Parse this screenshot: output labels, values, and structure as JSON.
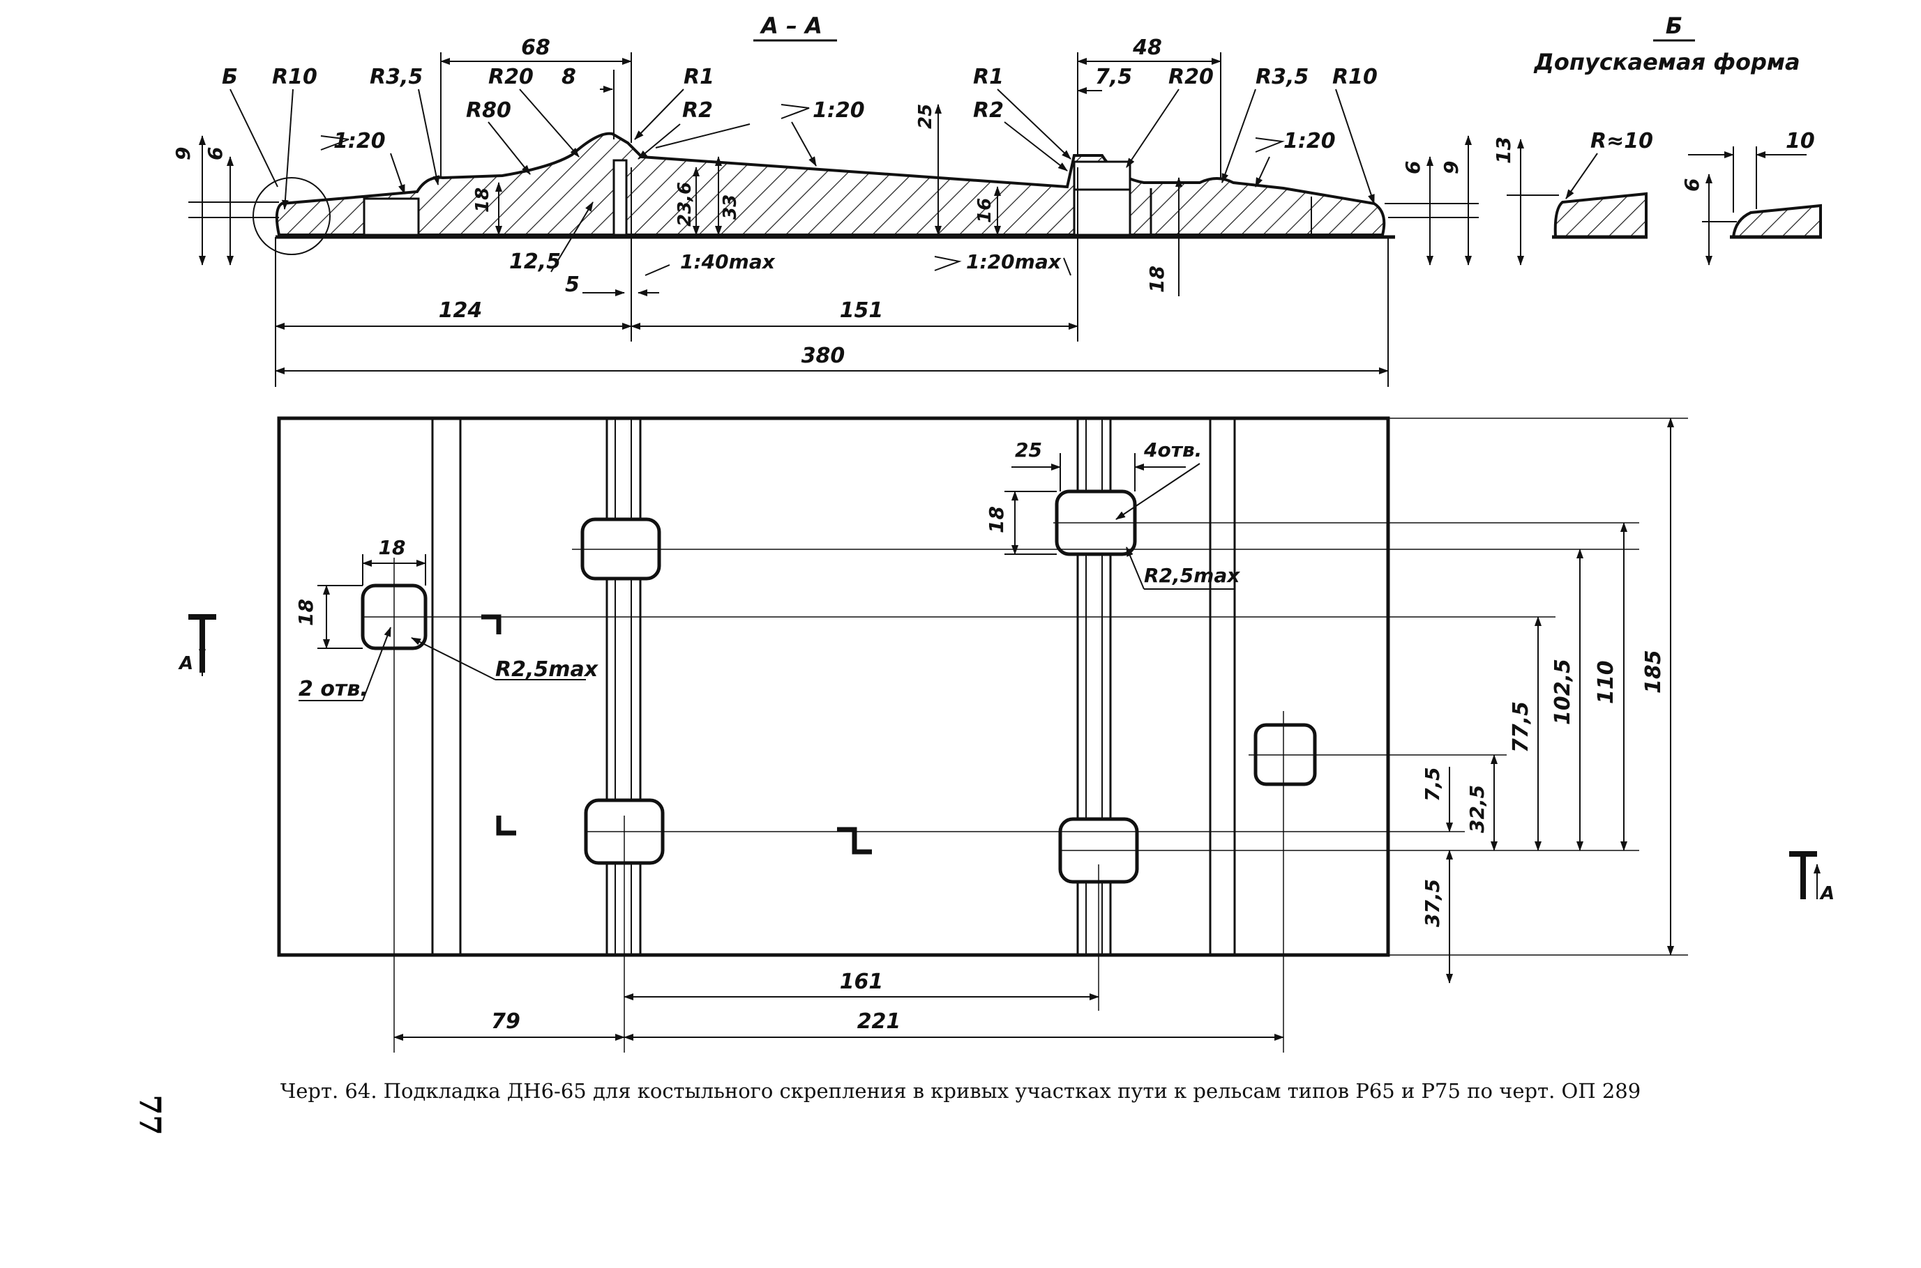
{
  "section_aa": {
    "title": "А – А",
    "dims": {
      "d68": "68",
      "d48": "48",
      "d124": "124",
      "d151": "151",
      "d380": "380",
      "r10_left": "R10",
      "r35_left": "R3,5",
      "r20_left": "R20",
      "r80": "R80",
      "d8": "8",
      "r1_left": "R1",
      "r2_left": "R2",
      "slope_left": "1:20",
      "slope_top": "1:20",
      "b_label": "Б",
      "d9_left": "9",
      "d6_left": "6",
      "d18_left": "18",
      "d125": "12,5",
      "d5": "5",
      "d236": "23,6",
      "d33": "33",
      "d25": "25",
      "d16": "16",
      "slope_40": "1:40max",
      "slope_20max": "1:20max",
      "r1_right": "R1",
      "r2_right": "R2",
      "d75": "7,5",
      "r20_right": "R20",
      "r35_right": "R3,5",
      "r10_right": "R10",
      "slope_right": "1:20",
      "d18_right": "18",
      "d6_right": "6",
      "d9_right": "9"
    }
  },
  "detail_b": {
    "title": "Б",
    "subtitle": "Допускаемая форма",
    "r10": "R≈10",
    "d13": "13",
    "d10": "10",
    "d6": "6"
  },
  "plan": {
    "dims": {
      "d18_w": "18",
      "d18_h": "18",
      "holes2": "2 отв.",
      "r25_left": "R2,5max",
      "d25": "25",
      "holes4": "4отв.",
      "d18_right": "18",
      "r25_right": "R2,5max",
      "d185": "185",
      "d110": "110",
      "d1025": "102,5",
      "d775": "77,5",
      "d325": "32,5",
      "d75": "7,5",
      "d375": "37,5",
      "d161": "161",
      "d79": "79",
      "d221": "221",
      "a_left": "А",
      "a_right": "А"
    }
  },
  "caption": "Черт. 64. Подкладка ДН6-65 для костыльного скрепления в кривых участках пути к рельсам типов Р65 и Р75 по черт. ОП 289",
  "page_number": "77"
}
